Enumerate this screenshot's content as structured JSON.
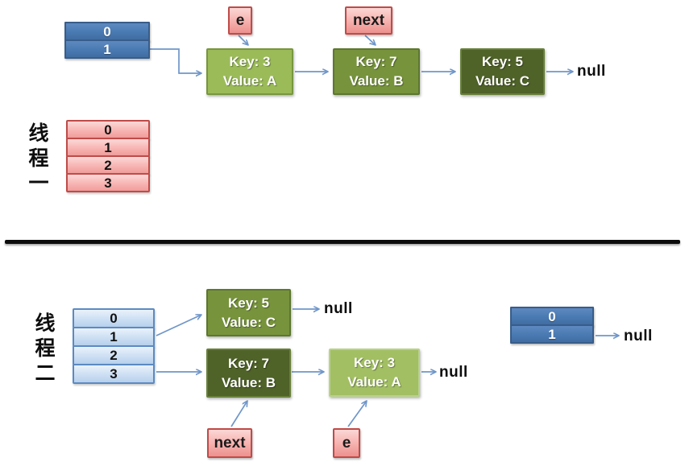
{
  "thread1": {
    "label": "线程一",
    "small_table": [
      "0",
      "1"
    ],
    "table": [
      "0",
      "1",
      "2",
      "3"
    ],
    "pointer_e": "e",
    "pointer_next": "next",
    "nodes": [
      {
        "key": "Key: 3",
        "value": "Value: A"
      },
      {
        "key": "Key: 7",
        "value": "Value: B"
      },
      {
        "key": "Key: 5",
        "value": "Value: C"
      }
    ],
    "null_label": "null"
  },
  "thread2": {
    "label": "线程二",
    "table": [
      "0",
      "1",
      "2",
      "3"
    ],
    "small_table": [
      "0",
      "1"
    ],
    "pointer_next": "next",
    "pointer_e": "e",
    "nodes": [
      {
        "key": "Key: 5",
        "value": "Value: C"
      },
      {
        "key": "Key: 7",
        "value": "Value: B"
      },
      {
        "key": "Key: 3",
        "value": "Value: A"
      }
    ],
    "null_after_node5": "null",
    "null_after_node3": "null",
    "null_after_table": "null"
  },
  "colors": {
    "node_light_green": "#9BBB59",
    "node_medium_green": "#77933C",
    "node_dark_green": "#4F6228",
    "table_dark_blue": "#4A7AB2",
    "table_light_blue": "#CFE1F4",
    "pointer_pink": "#F5B0AD",
    "pink_border": "#BF4B48",
    "blue_border": "#385D8A",
    "arrow_blue": "#6F96C9",
    "divider_black": "#0C0C0C"
  }
}
